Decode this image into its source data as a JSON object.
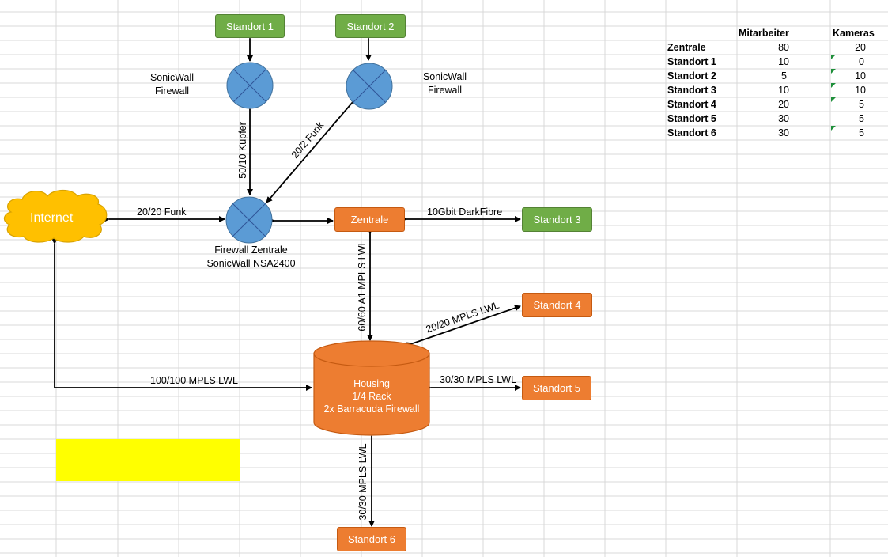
{
  "diagram": {
    "nodes": {
      "standort1": "Standort 1",
      "standort2": "Standort 2",
      "standort3": "Standort 3",
      "standort4": "Standort 4",
      "standort5": "Standort 5",
      "standort6": "Standort 6",
      "zentrale": "Zentrale",
      "internet": "Internet",
      "housing_line1": "Housing",
      "housing_line2": "1/4 Rack",
      "housing_line3": "2x Barracuda Firewall"
    },
    "firewall_labels": {
      "left_line1": "SonicWall",
      "left_line2": "Firewall",
      "right_line1": "SonicWall",
      "right_line2": "Firewall",
      "central_line1": "Firewall Zentrale",
      "central_line2": "SonicWall NSA2400"
    },
    "links": {
      "internet_fw": "20/20  Funk",
      "fw_standort1": "50/10  Kupfer",
      "fw_standort2": "20/2  Funk",
      "zentrale_standort3": "10Gbit DarkFibre",
      "zentrale_housing": "60/60 A1 MPLS LWL",
      "housing_standort4": "20/20 MPLS LWL",
      "housing_standort5": "30/30 MPLS LWL",
      "housing_standort6": "30/30 MPLS LWL",
      "internet_housing": "100/100 MPLS LWL"
    },
    "colors": {
      "site_green": "#70ad47",
      "site_orange": "#ed7d31",
      "firewall_blue": "#5b9bd5",
      "cloud_yellow": "#ffc000",
      "highlight_yellow": "#ffff00"
    }
  },
  "table": {
    "headers": [
      "Mitarbeiter",
      "Kameras"
    ],
    "rows": [
      {
        "name": "Zentrale",
        "mitarbeiter": "80",
        "kameras": "20"
      },
      {
        "name": "Standort 1",
        "mitarbeiter": "10",
        "kameras": "0"
      },
      {
        "name": "Standort 2",
        "mitarbeiter": "5",
        "kameras": "10"
      },
      {
        "name": "Standort 3",
        "mitarbeiter": "10",
        "kameras": "10"
      },
      {
        "name": "Standort 4",
        "mitarbeiter": "20",
        "kameras": "5"
      },
      {
        "name": "Standort 5",
        "mitarbeiter": "30",
        "kameras": "5"
      },
      {
        "name": "Standort 6",
        "mitarbeiter": "30",
        "kameras": "5"
      }
    ]
  }
}
